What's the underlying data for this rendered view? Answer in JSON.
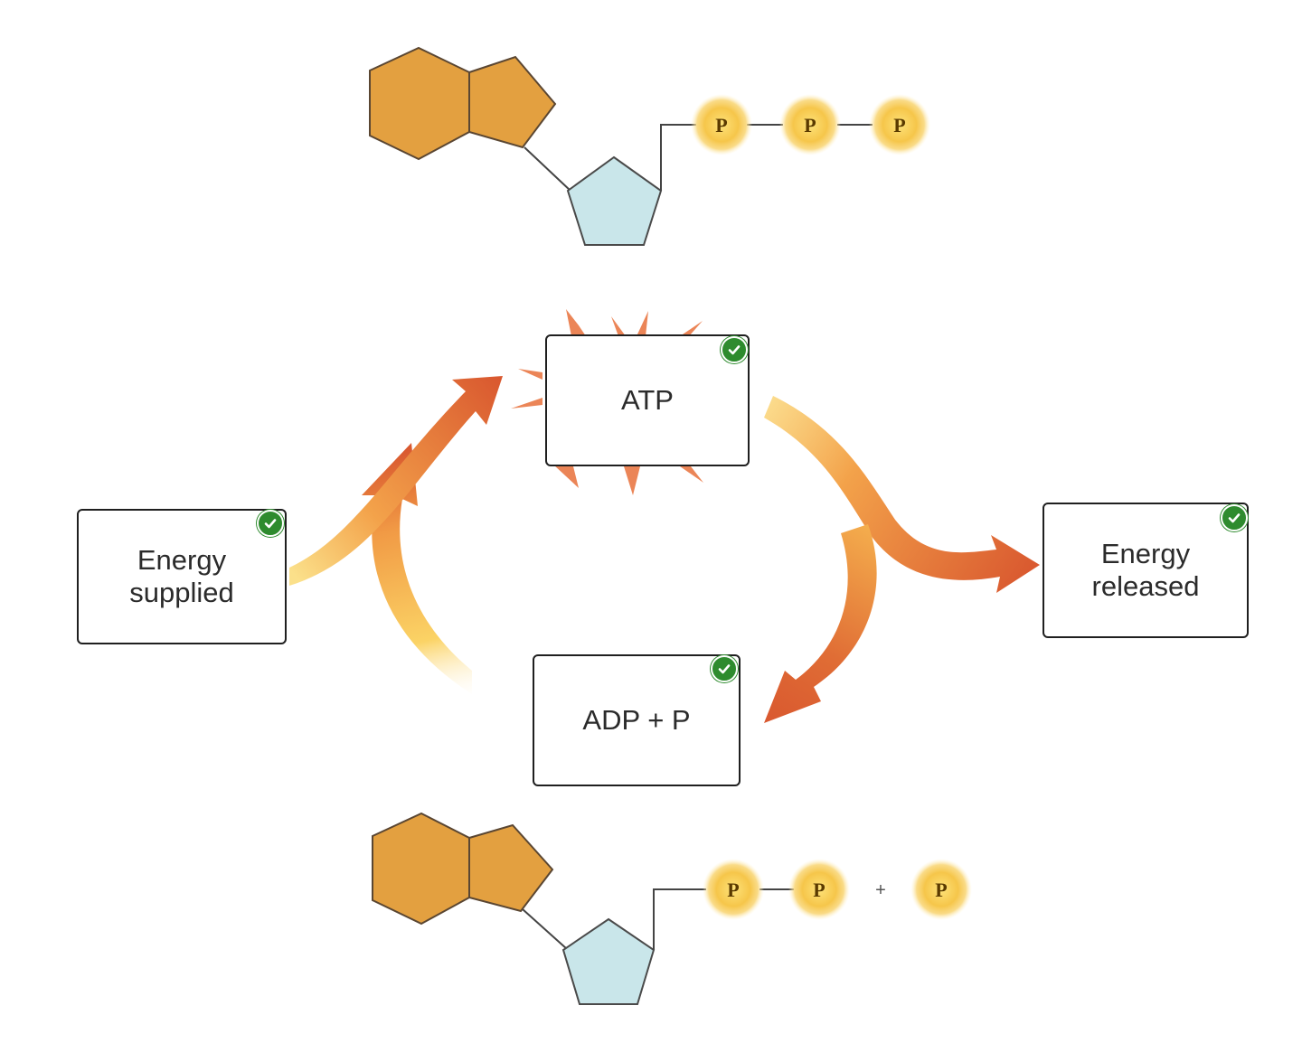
{
  "labels": {
    "atp": "ATP",
    "adp": "ADP + P",
    "energy_supplied": "Energy\nsupplied",
    "energy_released": "Energy\nreleased"
  },
  "molecules": {
    "atp": {
      "phosphates": [
        "P",
        "P",
        "P"
      ]
    },
    "adp": {
      "phosphates": [
        "P",
        "P"
      ],
      "separator": "+",
      "free_phosphate": "P"
    }
  },
  "icons": {
    "check": "check-icon",
    "burst": "energy-burst-icon"
  },
  "colors": {
    "base": "#e3a040",
    "sugar": "#c9e6ea",
    "phosphate": "#f6c64a",
    "arrow_dark": "#d9582f",
    "arrow_light": "#fbd365",
    "check": "#2e8b2e"
  }
}
